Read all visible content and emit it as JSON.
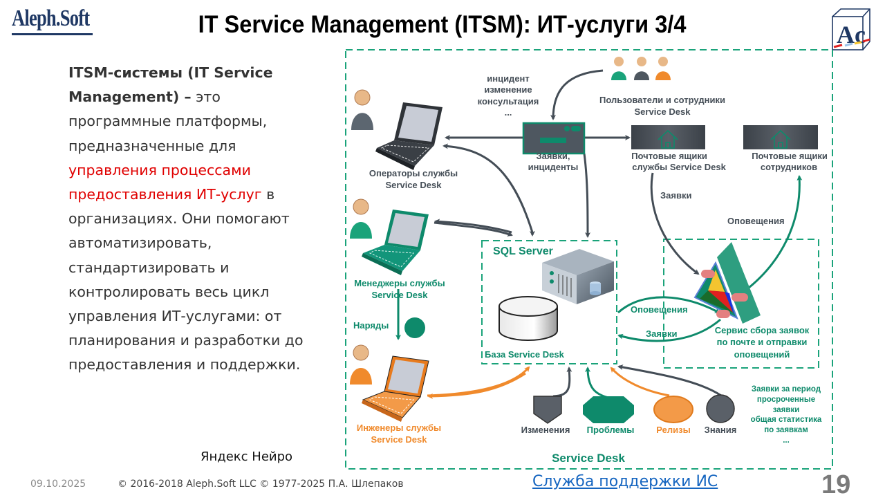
{
  "header": {
    "logo_text": "Aleph.Soft",
    "title": "IT Service Management (ITSM): ИТ-услуги 3/4",
    "right_logo_text": "Ac"
  },
  "intro": {
    "bold_part": "ITSM-системы (IT Service Management) –",
    "text_1": " это программные платформы, предназначенные для ",
    "red_part": "управления процессами предоставления ИТ-услуг",
    "text_2": " в организациях. Они помогают автоматизировать, стандартизировать и контролировать весь цикл управления ИТ-услугами: от планирования и разработки до предоставления и поддержки.",
    "attribution": "Яндекс Нейро"
  },
  "diagram": {
    "colors": {
      "dark": "#444d56",
      "green": "#0e8a6b",
      "orange": "#f08a2c",
      "dash": "#1aa37a"
    },
    "request_types": [
      "инцидент",
      "изменение",
      "консультация",
      "..."
    ],
    "users_label": [
      "Пользователи и сотрудники",
      "Service Desk"
    ],
    "tickets_label": [
      "Заявки,",
      "инциденты"
    ],
    "mailbox_sd_label": [
      "Почтовые ящики",
      "службы Service Desk"
    ],
    "mailbox_emp_label": [
      "Почтовые ящики",
      "сотрудников"
    ],
    "operators_label": [
      "Операторы службы",
      "Service Desk"
    ],
    "managers_label": [
      "Менеджеры службы",
      "Service Desk"
    ],
    "engineers_label": [
      "Инженеры службы",
      "Service Desk"
    ],
    "orders_label": "Наряды",
    "sql_server_label": "SQL Server",
    "db_label": "База Service Desk",
    "mail_tickets_label": "Заявки",
    "notifications_label": "Оповещения",
    "notif_arrow_label": "Оповещения",
    "tickets_arrow_label": "Заявки",
    "mail_service_label": [
      "Сервис сбора заявок",
      "по почте и отправки",
      "оповещений"
    ],
    "modules": [
      {
        "label": "Изменения",
        "color": "dark"
      },
      {
        "label": "Проблемы",
        "color": "green"
      },
      {
        "label": "Релизы",
        "color": "orange"
      },
      {
        "label": "Знания",
        "color": "dark"
      }
    ],
    "reports": [
      "Заявки за период",
      "просроченные",
      "заявки",
      "общая статистика",
      "по заявкам",
      "..."
    ],
    "frame_label": "Service Desk"
  },
  "footer": {
    "date": "09.10.2025",
    "copyright": "© 2016-2018 Aleph.Soft LLC © 1977-2025 П.А. Шлепаков",
    "link": "Служба поддержки ИС",
    "page": "19"
  }
}
